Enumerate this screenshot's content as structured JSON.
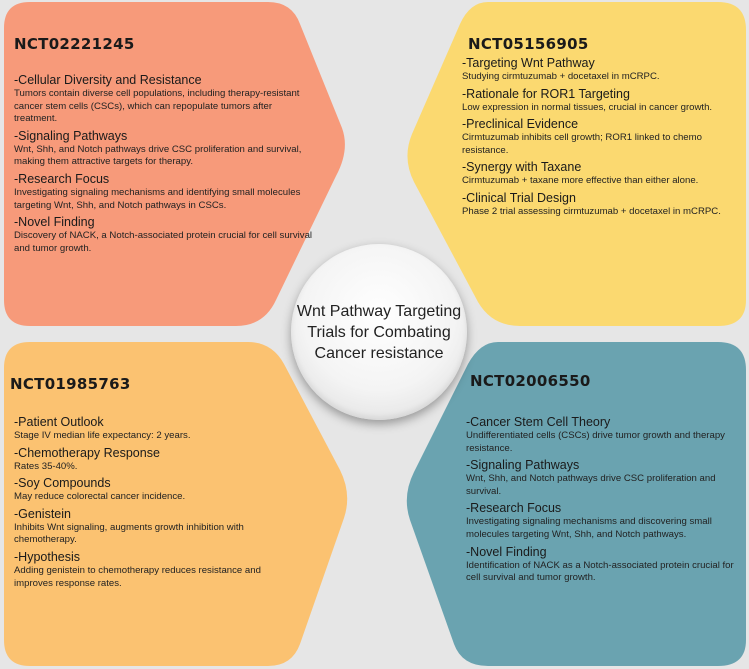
{
  "colors": {
    "top_left": "#f79a7a",
    "top_right": "#fbd970",
    "bottom_left": "#fbc271",
    "bottom_right": "#6aa3b0",
    "background": "#e6e6e6"
  },
  "center": {
    "lines": [
      "Wnt Pathway Targeting",
      "Trials for Combating",
      "Cancer resistance"
    ]
  },
  "panels": {
    "top_left": {
      "title": "NCT02221245",
      "sections": [
        {
          "head": "-Cellular Diversity and Resistance",
          "body": "Tumors contain diverse cell populations, including therapy-resistant cancer stem cells (CSCs), which can repopulate tumors after treatment."
        },
        {
          "head": "-Signaling Pathways",
          "body": "Wnt, Shh, and Notch pathways drive CSC proliferation and survival, making them attractive targets for therapy."
        },
        {
          "head": "-Research Focus",
          "body": "Investigating signaling mechanisms and identifying small molecules targeting Wnt, Shh, and Notch pathways in CSCs."
        },
        {
          "head": "-Novel Finding",
          "body": "Discovery of NACK, a Notch-associated protein crucial for cell survival and tumor growth."
        }
      ]
    },
    "top_right": {
      "title": "NCT05156905",
      "sections": [
        {
          "head": "-Targeting Wnt Pathway",
          "body": "Studying cirmtuzumab + docetaxel in mCRPC."
        },
        {
          "head": "-Rationale for ROR1 Targeting",
          "body": "Low expression in normal tissues, crucial in cancer growth."
        },
        {
          "head": "-Preclinical Evidence",
          "body": "Cirmtuzumab inhibits cell growth; ROR1 linked to chemo resistance."
        },
        {
          "head": "-Synergy with Taxane",
          "body": "Cirmtuzumab + taxane more effective than either alone."
        },
        {
          "head": "-Clinical Trial Design",
          "body": "Phase 2 trial assessing cirmtuzumab + docetaxel in mCRPC."
        }
      ]
    },
    "bottom_left": {
      "title": "NCT01985763",
      "sections": [
        {
          "head": "-Patient Outlook",
          "body": "Stage IV median life expectancy: 2 years."
        },
        {
          "head": "-Chemotherapy Response",
          "body": " Rates 35-40%."
        },
        {
          "head": "-Soy Compounds",
          "body": "May reduce colorectal cancer incidence."
        },
        {
          "head": "-Genistein",
          "body": "Inhibits Wnt signaling, augments growth inhibition with chemotherapy."
        },
        {
          "head": "-Hypothesis",
          "body": "Adding genistein to chemotherapy reduces resistance and improves response rates."
        }
      ]
    },
    "bottom_right": {
      "title": "NCT02006550",
      "sections": [
        {
          "head": "-Cancer Stem Cell Theory",
          "body": "Undifferentiated cells (CSCs) drive tumor growth and therapy resistance."
        },
        {
          "head": "-Signaling Pathways",
          "body": "Wnt, Shh, and Notch pathways drive CSC proliferation and survival."
        },
        {
          "head": "-Research Focus",
          "body": "Investigating signaling mechanisms and discovering small molecules targeting Wnt, Shh, and Notch pathways."
        },
        {
          "head": "-Novel Finding",
          "body": "Identification of NACK as a Notch-associated protein crucial for cell survival and tumor growth."
        }
      ]
    }
  }
}
